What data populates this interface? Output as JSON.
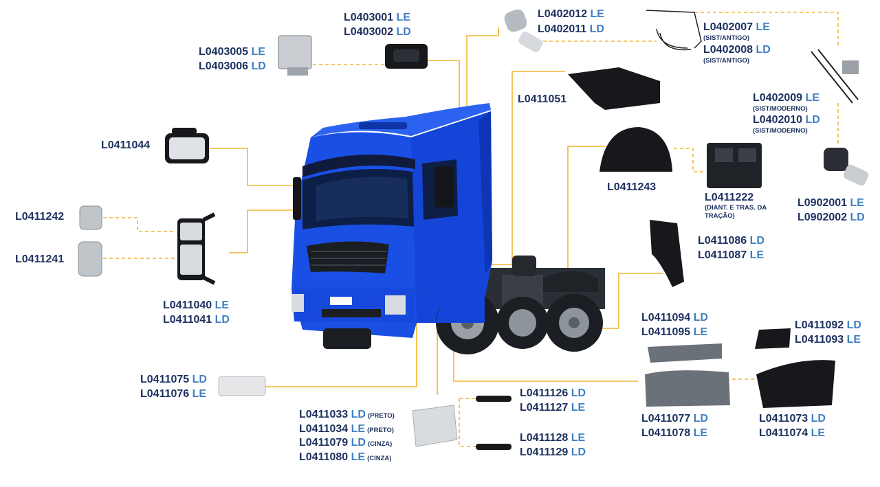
{
  "colors": {
    "code": "#1d3160",
    "side": "#3f7fc3",
    "leader": "#f2b632",
    "truck": "#1446d6"
  },
  "labels": {
    "l0403001": "L0403001",
    "l0403001_s": "LE",
    "l0403002": "L0403002",
    "l0403002_s": "LD",
    "l0402012": "L0402012",
    "l0402012_s": "LE",
    "l0402011": "L0402011",
    "l0402011_s": "LD",
    "l0402007": "L0402007",
    "l0402007_s": "LE",
    "l0402007_n": "(SIST/ANTIGO)",
    "l0402008": "L0402008",
    "l0402008_s": "LD",
    "l0402008_n": "(SIST/ANTIGO)",
    "l0403005": "L0403005",
    "l0403005_s": "LE",
    "l0403006": "L0403006",
    "l0403006_s": "LD",
    "l0411051": "L0411051",
    "l0402009": "L0402009",
    "l0402009_s": "LE",
    "l0402009_n": "(SIST/MODERNO)",
    "l0402010": "L0402010",
    "l0402010_s": "LD",
    "l0402010_n": "(SIST/MODERNO)",
    "l0411044": "L0411044",
    "l0411243": "L0411243",
    "l0411222": "L0411222",
    "l0411222_n1": "(DIANT. E TRAS. DA",
    "l0411222_n2": "TRAÇÃO)",
    "l0902001": "L0902001",
    "l0902001_s": "LE",
    "l0902002": "L0902002",
    "l0902002_s": "LD",
    "l0411242": "L0411242",
    "l0411241": "L0411241",
    "l0411086": "L0411086",
    "l0411086_s": "LD",
    "l0411087": "L0411087",
    "l0411087_s": "LE",
    "l0411040": "L0411040",
    "l0411040_s": "LE",
    "l0411041": "L0411041",
    "l0411041_s": "LD",
    "l0411094": "L0411094",
    "l0411094_s": "LD",
    "l0411095": "L0411095",
    "l0411095_s": "LE",
    "l0411092": "L0411092",
    "l0411092_s": "LD",
    "l0411093": "L0411093",
    "l0411093_s": "LE",
    "l0411075": "L0411075",
    "l0411075_s": "LD",
    "l0411076": "L0411076",
    "l0411076_s": "LE",
    "l0411126": "L0411126",
    "l0411126_s": "LD",
    "l0411127": "L0411127",
    "l0411127_s": "LE",
    "l0411033": "L0411033",
    "l0411033_s": "LD",
    "l0411033_n": "(PRETO)",
    "l0411034": "L0411034",
    "l0411034_s": "LE",
    "l0411034_n": "(PRETO)",
    "l0411079": "L0411079",
    "l0411079_s": "LD",
    "l0411079_n": "(CINZA)",
    "l0411080": "L0411080",
    "l0411080_s": "LE",
    "l0411080_n": "(CINZA)",
    "l0411128": "L0411128",
    "l0411128_s": "LE",
    "l0411129": "L0411129",
    "l0411129_s": "LD",
    "l0411077": "L0411077",
    "l0411077_s": "LD",
    "l0411078": "L0411078",
    "l0411078_s": "LE",
    "l0411073": "L0411073",
    "l0411073_s": "LD",
    "l0411074": "L0411074",
    "l0411074_s": "LE"
  }
}
